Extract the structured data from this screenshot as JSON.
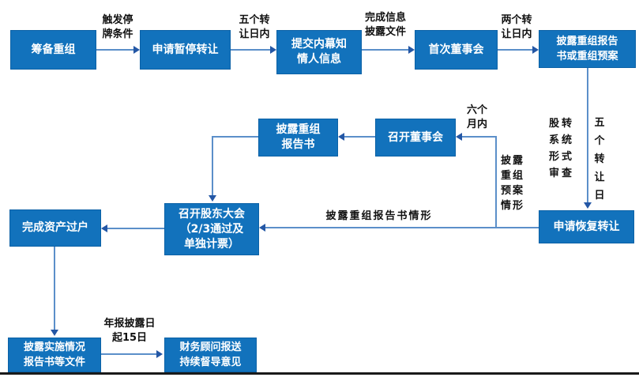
{
  "diagram": {
    "boxes": {
      "prepare": {
        "lines": [
          "筹备重组"
        ]
      },
      "suspend_transfer": {
        "lines": [
          "申请暂停转让"
        ]
      },
      "insider_info": {
        "lines": [
          "提交内幕知",
          "情人信息"
        ]
      },
      "first_board": {
        "lines": [
          "首次董事会"
        ]
      },
      "disclose_report_or_plan": {
        "lines": [
          "披露重组报告",
          "书或重组预案"
        ]
      },
      "disclose_report": {
        "lines": [
          "披露重组",
          "报告书"
        ]
      },
      "board_meeting": {
        "lines": [
          "召开董事会"
        ]
      },
      "shareholders_meeting": {
        "lines": [
          "召开股东大会",
          "（2/3通过及",
          "单独计票）"
        ]
      },
      "resume_transfer": {
        "lines": [
          "申请恢复转让"
        ]
      },
      "asset_transfer": {
        "lines": [
          "完成资产过户"
        ]
      },
      "implementation_report": {
        "lines": [
          "披露实施情况",
          "报告书等文件"
        ]
      },
      "advisor_opinion": {
        "lines": [
          "财务顾问报送",
          "持续督导意见"
        ]
      }
    },
    "edge_labels": {
      "trigger_condition": {
        "lines": [
          "触发停",
          "牌条件"
        ]
      },
      "five_transfer_days_within": {
        "lines": [
          "五个转",
          "让日内"
        ]
      },
      "complete_disclosure_docs": {
        "lines": [
          "完成信息",
          "披露文件"
        ]
      },
      "two_transfer_days_within": {
        "lines": [
          "两个转",
          "让日内"
        ]
      },
      "system_review": {
        "lines": [
          "股转",
          "系统",
          "形式",
          "审查"
        ]
      },
      "five_transfer_days": {
        "lines": [
          "五",
          "个",
          "转",
          "让",
          "日"
        ]
      },
      "six_months_within": {
        "lines": [
          "六个",
          "月内"
        ]
      },
      "plan_disclosed_case": {
        "lines": [
          "披露",
          "重组",
          "预案",
          "情形"
        ]
      },
      "report_disclosed_case": {
        "lines": [
          "披露重组报告书情形"
        ]
      },
      "annual_report_15_days": {
        "lines": [
          "年报披露日",
          "起15日"
        ]
      }
    },
    "colors": {
      "box_fill": "#1272BC",
      "box_border": "#0B61A6",
      "connector": "#5B8FC9",
      "arrowhead": "#2457A5",
      "label_text": "#111111",
      "box_text": "#FFFFFF",
      "bottom_rule": "#1A1A1A"
    }
  }
}
